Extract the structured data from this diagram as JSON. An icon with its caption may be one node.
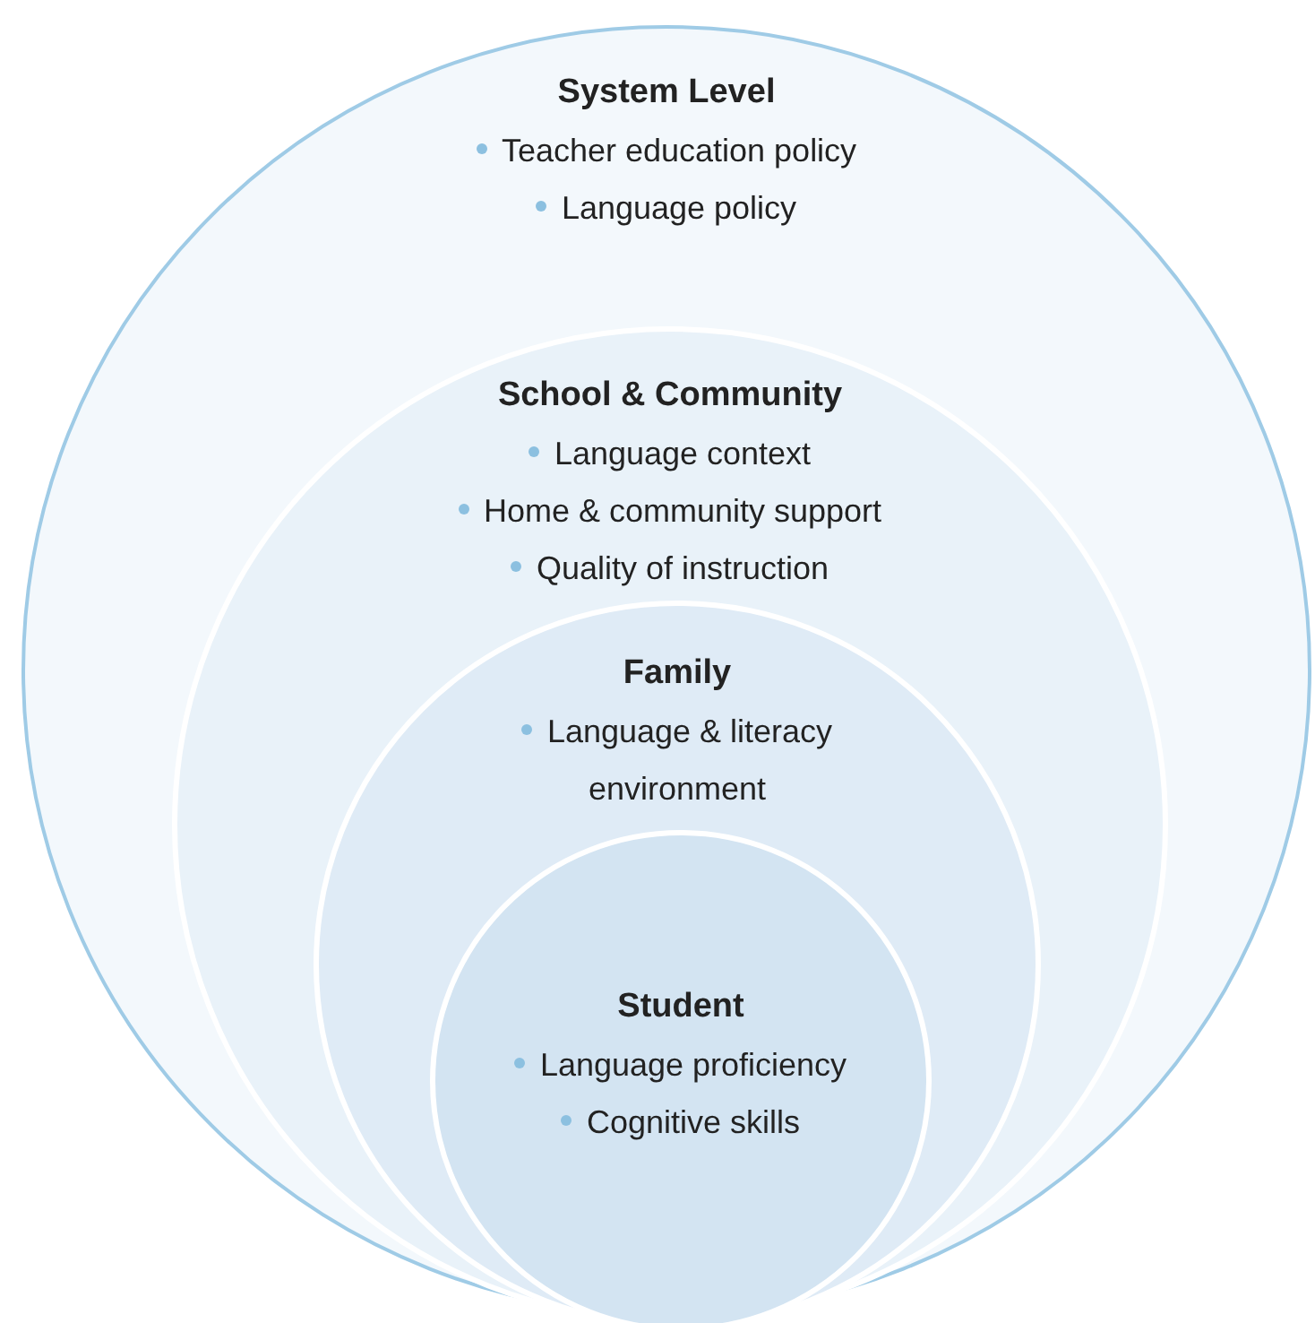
{
  "diagram": {
    "nodes": [
      {
        "text": [
          "System Level",
          "Teacher education policy",
          "Language policy"
        ]
      },
      {
        "text": [
          "School & Community",
          "Language context",
          "Home & community support",
          "Quality of instruction"
        ],
        "in": 0
      },
      {
        "text": [
          "Family",
          "Language & literacy environment"
        ],
        "in": 1
      },
      {
        "text": [
          "Student",
          "Language proficiency",
          "Cognitive skills"
        ],
        "in": 2
      }
    ]
  }
}
